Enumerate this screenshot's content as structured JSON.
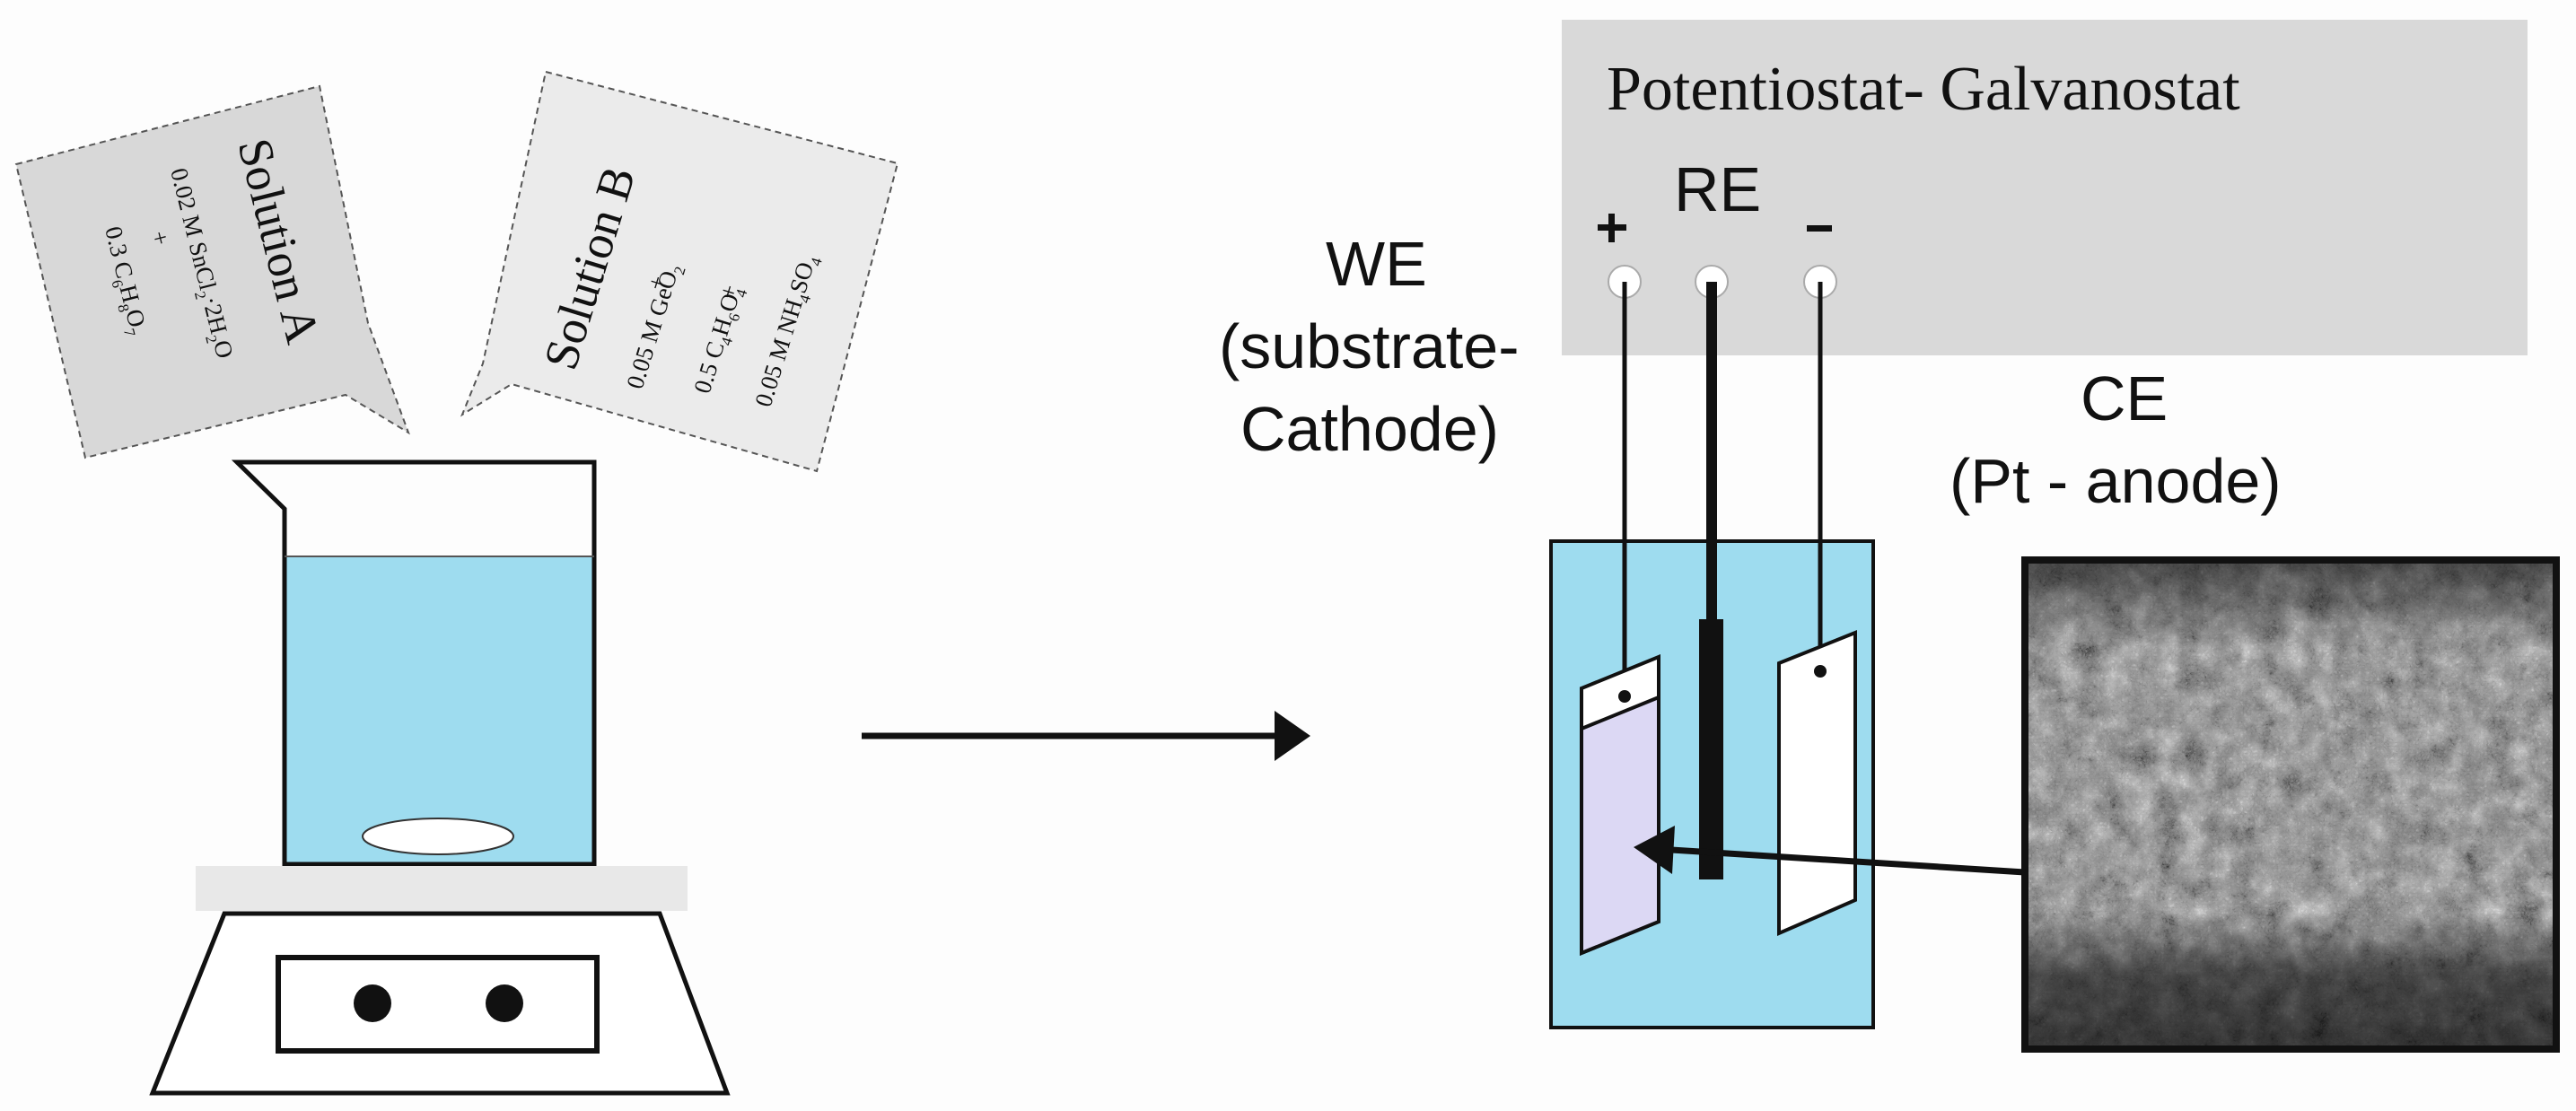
{
  "solution_a": {
    "title": "Solution A",
    "line1": "0.02 M SnCl",
    "line1_sub1": "2",
    "line1_rest": "·2H",
    "line1_sub2": "2",
    "line1_end": "O",
    "plus": "+",
    "line2": "0.3 C",
    "line2_sub1": "6",
    "line2_h": "H",
    "line2_sub2": "8",
    "line2_o": "O",
    "line2_sub3": "7"
  },
  "solution_b": {
    "title": "Solution B",
    "line1": "0.05 M GeO",
    "line1_sub": "2",
    "plus1": "+",
    "line2": "0.5 C",
    "line2_sub1": "4",
    "line2_h": "H",
    "line2_sub2": "6",
    "line2_o": "O",
    "line2_sub3": "4",
    "plus2": "+",
    "line3": "0.05 M NH",
    "line3_sub1": "4",
    "line3_so": "SO",
    "line3_sub2": "4"
  },
  "potentiostat": {
    "title": "Potentiostat- Galvanostat",
    "plus_label": "+",
    "re_label": "RE",
    "minus_label": "–"
  },
  "we_label": {
    "line1": "WE",
    "line2": "(substrate-",
    "line3": "Cathode)"
  },
  "ce_label": {
    "line1": "CE",
    "line2": "(Pt - anode)"
  },
  "colors": {
    "solution": "#9edcef",
    "callout_a": "#d8d8d8",
    "callout_b": "#ebebeb",
    "box": "#d9d9d9",
    "deposit": "#dcd8f4",
    "outline": "#111111"
  },
  "icons": {
    "stirrer": "magnetic-stirrer-icon",
    "beaker": "beaker-icon",
    "sem_image": "sem-micrograph-texture"
  }
}
